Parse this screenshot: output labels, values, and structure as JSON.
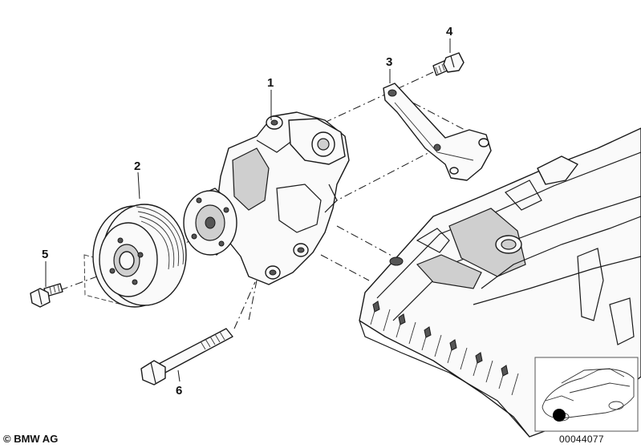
{
  "callouts": {
    "c1": "1",
    "c2": "2",
    "c3": "3",
    "c4": "4",
    "c5": "5",
    "c6": "6"
  },
  "footer": {
    "copyright": "© BMW AG",
    "doc_number": "00044077"
  }
}
